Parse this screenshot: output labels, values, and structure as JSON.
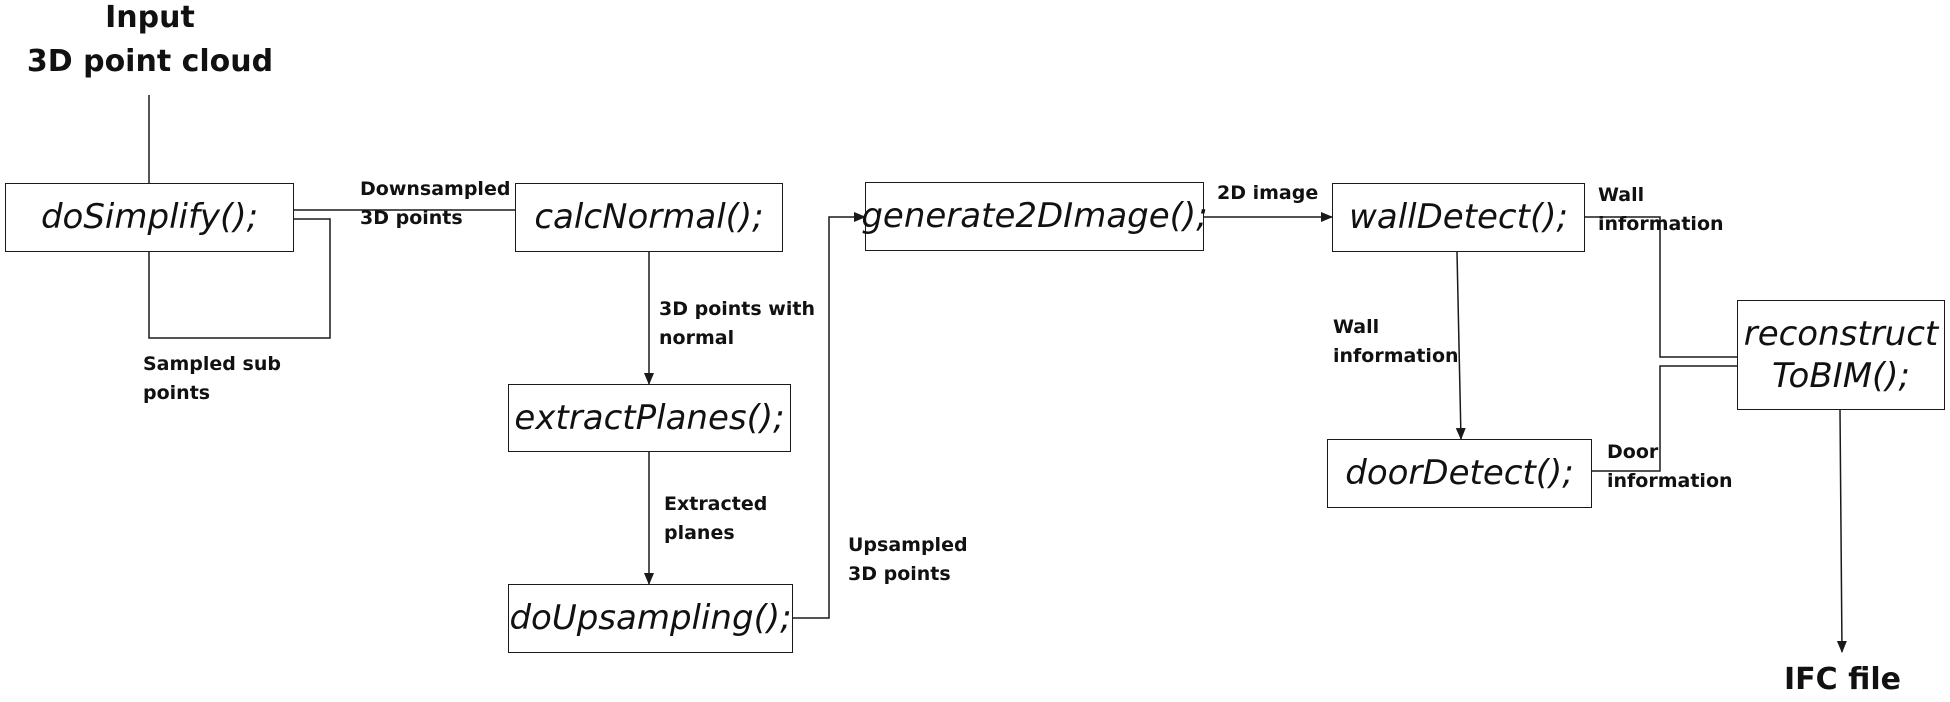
{
  "input_label": "Input\n3D point cloud",
  "output_label": "IFC file",
  "nodes": {
    "do_simplify": "doSimplify();",
    "calc_normal": "calcNormal();",
    "extract_planes": "extractPlanes();",
    "do_upsampling": "doUpsampling();",
    "generate_2d_image": "generate2DImage();",
    "wall_detect": "wallDetect();",
    "door_detect": "doorDetect();",
    "reconstruct_to_bim": "reconstruct\nToBIM();"
  },
  "edge_labels": {
    "downsampled": "Downsampled\n3D points",
    "sampled_sub": "Sampled sub\npoints",
    "normals": "3D points with\nnormal",
    "extracted": "Extracted\nplanes",
    "upsampled": "Upsampled\n3D points",
    "image_2d": "2D image",
    "wall_info_right": "Wall\ninformation",
    "wall_info_down": "Wall\ninformation",
    "door_info": "Door\ninformation"
  }
}
